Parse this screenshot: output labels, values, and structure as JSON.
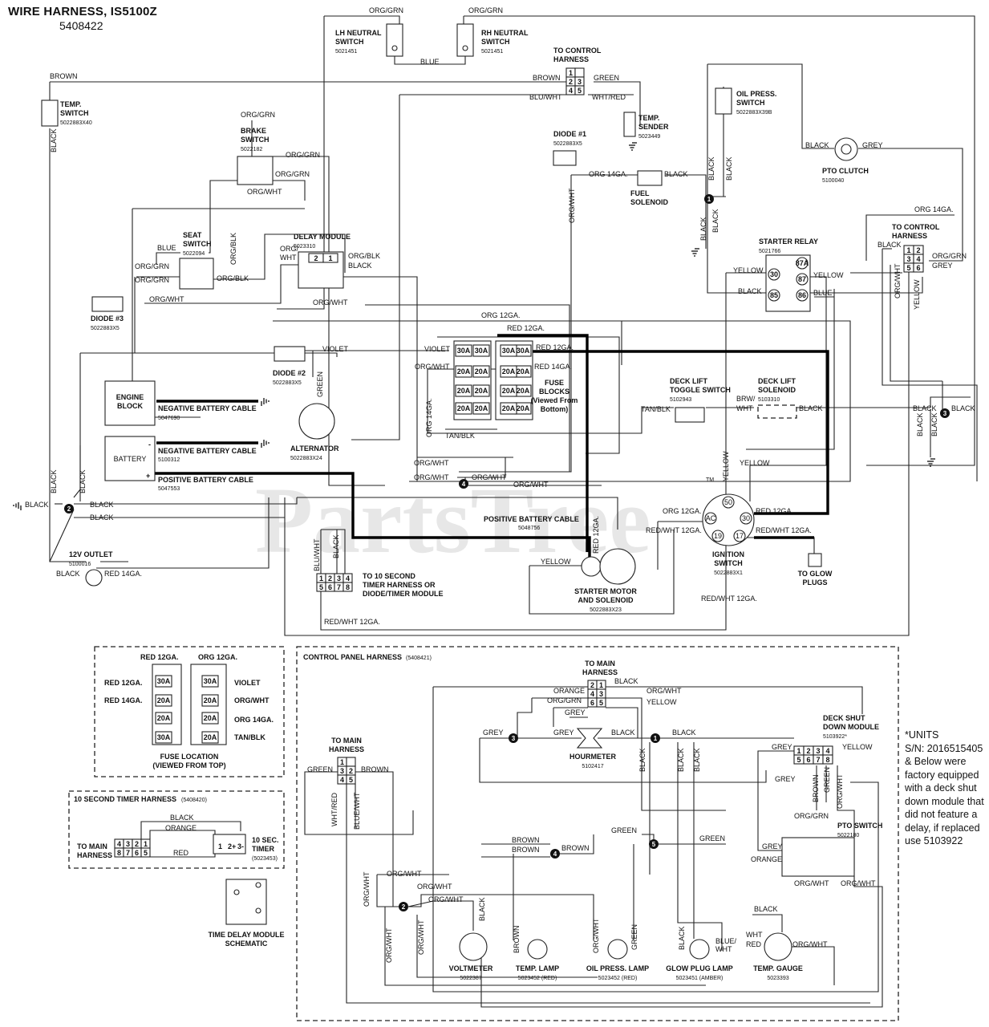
{
  "title": "WIRE HARNESS, IS5100Z",
  "part_number": "5408422",
  "watermark": "PartsTree",
  "watermark_tm": "TM",
  "note": [
    "*UNITS",
    "S/N: 2016515405",
    "& Below were",
    "factory equipped",
    "with a deck shut",
    "down module that",
    "did not feature a",
    "delay, if replaced",
    "use 5103922"
  ],
  "components": {
    "lh_neutral": [
      "LH NEUTRAL",
      "SWITCH",
      "5021451"
    ],
    "rh_neutral": [
      "RH NEUTRAL",
      "SWITCH",
      "5021451"
    ],
    "to_control_harness_top": [
      "TO CONTROL",
      "HARNESS"
    ],
    "temp_switch": [
      "TEMP.",
      "SWITCH",
      "5022883X40"
    ],
    "oil_press": [
      "OIL PRESS.",
      "SWITCH",
      "5022883X39B"
    ],
    "brake_switch": [
      "BRAKE",
      "SWITCH",
      "5022182"
    ],
    "temp_sender": [
      "TEMP.",
      "SENDER",
      "5023449"
    ],
    "diode1": [
      "DIODE #1",
      "5022883X5"
    ],
    "fuel_solenoid": [
      "FUEL",
      "SOLENOID"
    ],
    "pto_clutch": [
      "PTO CLUTCH",
      "5100040"
    ],
    "seat_switch": [
      "SEAT",
      "SWITCH",
      "5022094"
    ],
    "delay_module": [
      "DELAY MODULE",
      "5023310"
    ],
    "to_control_harness_right": [
      "TO CONTROL",
      "HARNESS"
    ],
    "starter_relay": [
      "STARTER RELAY",
      "5021766"
    ],
    "diode3": [
      "DIODE #3",
      "5022883X5"
    ],
    "diode2": [
      "DIODE #2",
      "5022883X5"
    ],
    "fuse_blocks": [
      "FUSE",
      "BLOCKS",
      "(Viewed From",
      "Bottom)"
    ],
    "engine_block": [
      "ENGINE",
      "BLOCK"
    ],
    "neg_cable_1": [
      "NEGATIVE BATTERY CABLE",
      "5047690"
    ],
    "battery": [
      "BATTERY"
    ],
    "neg_cable_2": [
      "NEGATIVE BATTERY CABLE",
      "5100312"
    ],
    "pos_cable_1": [
      "POSITIVE BATTERY CABLE",
      "5047553"
    ],
    "alternator": [
      "ALTERNATOR",
      "5022883X24"
    ],
    "deck_lift_toggle": [
      "DECK LIFT",
      "TOGGLE SWITCH",
      "5102943"
    ],
    "deck_lift_solenoid": [
      "DECK LIFT",
      "SOLENOID",
      "5103310"
    ],
    "pos_cable_2": [
      "POSITIVE BATTERY CABLE",
      "5048756"
    ],
    "outlet": [
      "12V OUTLET",
      "5100016"
    ],
    "timer_harness_conn": [
      "TO 10 SECOND",
      "TIMER HARNESS OR",
      "DIODE/TIMER MODULE"
    ],
    "starter_motor": [
      "STARTER MOTOR",
      "AND SOLENOID",
      "5022883X23"
    ],
    "ignition": [
      "IGNITION",
      "SWITCH",
      "5022883X1"
    ],
    "glow_plugs": [
      "TO GLOW",
      "PLUGS"
    ],
    "fuse_location": [
      "FUSE LOCATION",
      "(VIEWED FROM TOP)"
    ],
    "ten_sec_harness": [
      "10 SECOND TIMER HARNESS",
      "(5408420)"
    ],
    "to_main_harness_timer": [
      "TO MAIN",
      "HARNESS"
    ],
    "ten_sec_timer": [
      "10 SEC.",
      "TIMER",
      "(5023453)"
    ],
    "time_delay_schematic": [
      "TIME DELAY MODULE",
      "SCHEMATIC"
    ],
    "control_panel_harness": [
      "CONTROL PANEL HARNESS",
      "(5408421)"
    ],
    "to_main_harness_cp_top": [
      "TO MAIN",
      "HARNESS"
    ],
    "to_main_harness_cp_left": [
      "TO MAIN",
      "HARNESS"
    ],
    "hourmeter": [
      "HOURMETER",
      "5102417"
    ],
    "deck_shut_down": [
      "DECK SHUT",
      "DOWN MODULE",
      "5103922*"
    ],
    "pto_switch": [
      "PTO SWITCH",
      "5022180"
    ],
    "voltmeter": [
      "VOLTMETER",
      "5022387"
    ],
    "temp_lamp": [
      "TEMP. LAMP",
      "5023452 (RED)"
    ],
    "oil_lamp": [
      "OIL PRESS. LAMP",
      "5023452 (RED)"
    ],
    "glow_lamp": [
      "GLOW PLUG LAMP",
      "5023451 (AMBER)"
    ],
    "temp_gauge": [
      "TEMP. GAUGE",
      "5023393"
    ]
  },
  "wire_labels": {
    "org_grn": "ORG/GRN",
    "blue": "BLUE",
    "brown": "BROWN",
    "green": "GREEN",
    "black": "BLACK",
    "grey": "GREY",
    "blu_wht": "BLU/WHT",
    "wht_red": "WHT/RED",
    "org_wht": "ORG/WHT",
    "org_blk": "ORG/BLK",
    "org_14": "ORG 14GA.",
    "org_12": "ORG 12GA.",
    "red_12": "RED 12GA.",
    "red_14": "RED 14GA.",
    "yellow": "YELLOW",
    "violet": "VIOLET",
    "tan_blk": "TAN/BLK",
    "brw_wht": "BRW/WHT",
    "red_wht_12": "RED/WHT 12GA.",
    "orange": "ORANGE",
    "red": "RED",
    "blue_wht": "BLUE/WHT",
    "org_slash": "ORG/",
    "wht": "WHT",
    "brw": "BRW/",
    "blu": "BLU/"
  },
  "fuses": {
    "a30": "30A",
    "a20": "20A"
  },
  "relay_pins": [
    "87A",
    "30",
    "87",
    "85",
    "86"
  ],
  "ignition_pins": [
    "50",
    "30",
    "AC",
    "19",
    "17"
  ],
  "connector_pins": [
    "1",
    "2",
    "3",
    "4",
    "5",
    "6",
    "7",
    "8"
  ],
  "timer_pins": [
    "1",
    "2+",
    "3-"
  ],
  "battery_signs": [
    "-",
    "+"
  ],
  "nodes": [
    "1",
    "2",
    "3",
    "4",
    "5"
  ]
}
